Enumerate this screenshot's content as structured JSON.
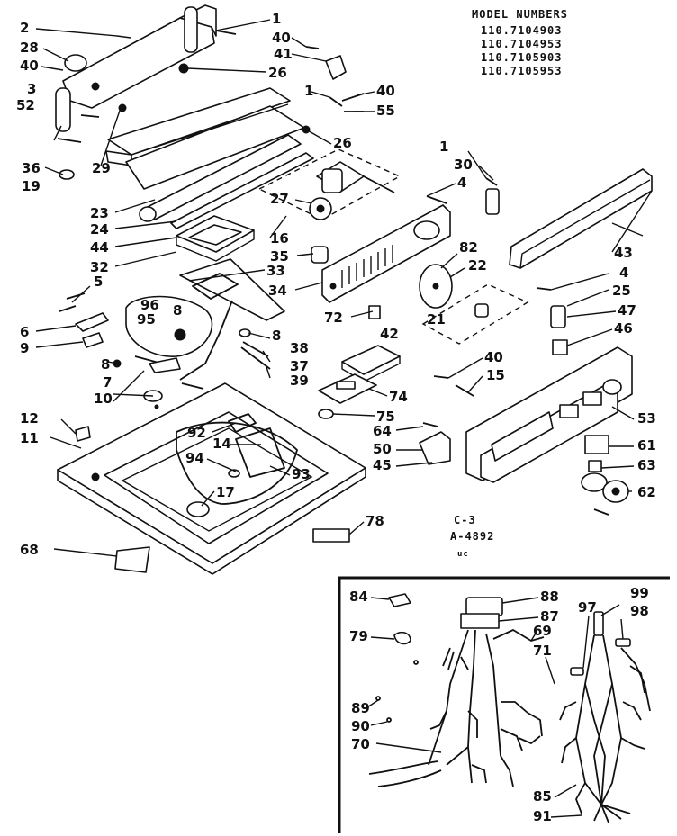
{
  "header": {
    "title": "MODEL NUMBERS",
    "models": [
      "110.7104903",
      "110.7104953",
      "110.7105903",
      "110.7105953"
    ]
  },
  "codes": {
    "section": "C-3",
    "drawing": "A-4892",
    "mark": "uc"
  },
  "labels": {
    "l2": "2",
    "l1a": "1",
    "l40a": "40",
    "l28": "28",
    "l41": "41",
    "l40b": "40",
    "l26a": "26",
    "l3": "3",
    "l52": "52",
    "l1b": "1",
    "l40c": "40",
    "l55": "55",
    "l26b": "26",
    "l36": "36",
    "l29": "29",
    "l19": "19",
    "l1c": "1",
    "l30": "30",
    "l4a": "4",
    "l27": "27",
    "l23": "23",
    "l24": "24",
    "l44": "44",
    "l16": "16",
    "l43": "43",
    "l32": "32",
    "l35": "35",
    "l82": "82",
    "l22": "22",
    "l4b": "4",
    "l33": "33",
    "l5": "5",
    "l34": "34",
    "l25": "25",
    "l96": "96",
    "l8a": "8",
    "l95": "95",
    "l21": "21",
    "l47": "47",
    "l6": "6",
    "l72": "72",
    "l46": "46",
    "l9": "9",
    "l8b": "8",
    "l38": "38",
    "l42": "42",
    "l37": "37",
    "l8c": "8",
    "l39": "39",
    "l40d": "40",
    "l15": "15",
    "l7": "7",
    "l10": "10",
    "l74": "74",
    "l75": "75",
    "l12": "12",
    "l53": "53",
    "l92": "92",
    "l64": "64",
    "l11": "11",
    "l14": "14",
    "l50": "50",
    "l61": "61",
    "l94": "94",
    "l93": "93",
    "l45": "45",
    "l63": "63",
    "l17": "17",
    "l62": "62",
    "l78": "78",
    "l68": "68",
    "l84": "84",
    "l88": "88",
    "l99": "99",
    "l87": "87",
    "l97": "97",
    "l98": "98",
    "l79": "79",
    "l69": "69",
    "l71": "71",
    "l89": "89",
    "l90": "90",
    "l70": "70",
    "l85": "85",
    "l91": "91"
  }
}
